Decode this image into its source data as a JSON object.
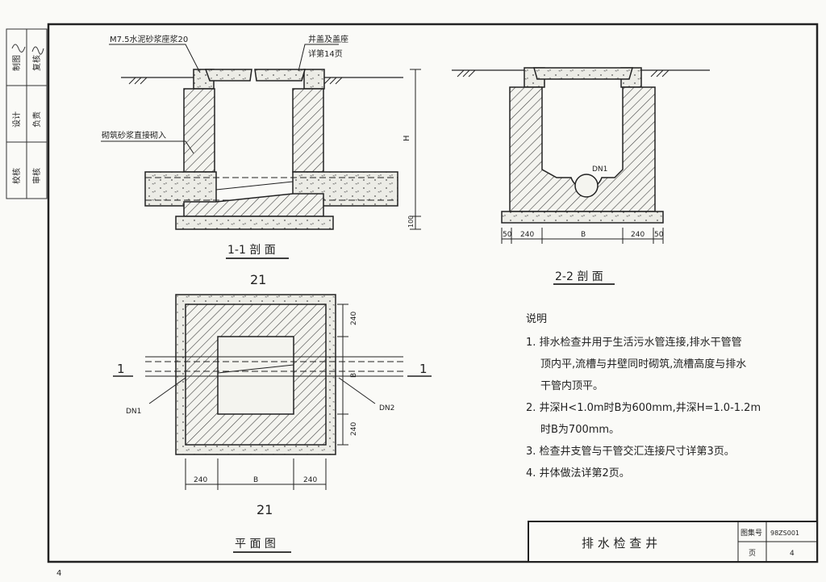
{
  "side_stamp": {
    "col1": [
      "校核",
      "设计",
      "制图"
    ],
    "col2": [
      "审核",
      "负责",
      "复核"
    ]
  },
  "section_1": {
    "label_mortar_top": "M7.5水泥砂浆座浆20",
    "label_cover": "井盖及盖座",
    "label_cover_ref": "详第14页",
    "label_brick_pipe": "砌筑砂浆直接砌入",
    "dim_h": "H",
    "dim_100": "100",
    "title": "1-1 剖 面",
    "scale": "21"
  },
  "section_2": {
    "label_dn": "DN1",
    "dims": [
      "50",
      "240",
      "B",
      "240",
      "50"
    ],
    "title": "2-2 剖 面"
  },
  "plan": {
    "dim_240_top": "240",
    "dim_b": "B",
    "dim_240_bottom": "240",
    "dims_bottom": [
      "240",
      "B",
      "240"
    ],
    "cut_left": "1",
    "cut_right": "1",
    "label_dn1": "DN1",
    "label_dn2": "DN2",
    "scale": "21",
    "title": "平 面 图"
  },
  "notes": {
    "title": "说明",
    "items": [
      {
        "line1": "1. 排水检查井用于生活污水管连接,排水干管管",
        "line2": "顶内平,流槽与井壁同时砌筑,流槽高度与排水",
        "line3": "干管内顶平。"
      },
      {
        "line1": "2. 井深H<1.0m时B为600mm,井深H=1.0-1.2m",
        "line2": "时B为700mm。",
        "line3": ""
      },
      {
        "line1": "3. 检查井支管与干管交汇连接尺寸详第3页。",
        "line2": "",
        "line3": ""
      },
      {
        "line1": "4. 井体做法详第2页。",
        "line2": "",
        "line3": ""
      }
    ]
  },
  "title_block": {
    "title": "排 水 检 查 井",
    "atlas_label": "图集号",
    "atlas_no": "98ZS001",
    "page_label": "页",
    "page_no": "4"
  },
  "page_number": "4"
}
